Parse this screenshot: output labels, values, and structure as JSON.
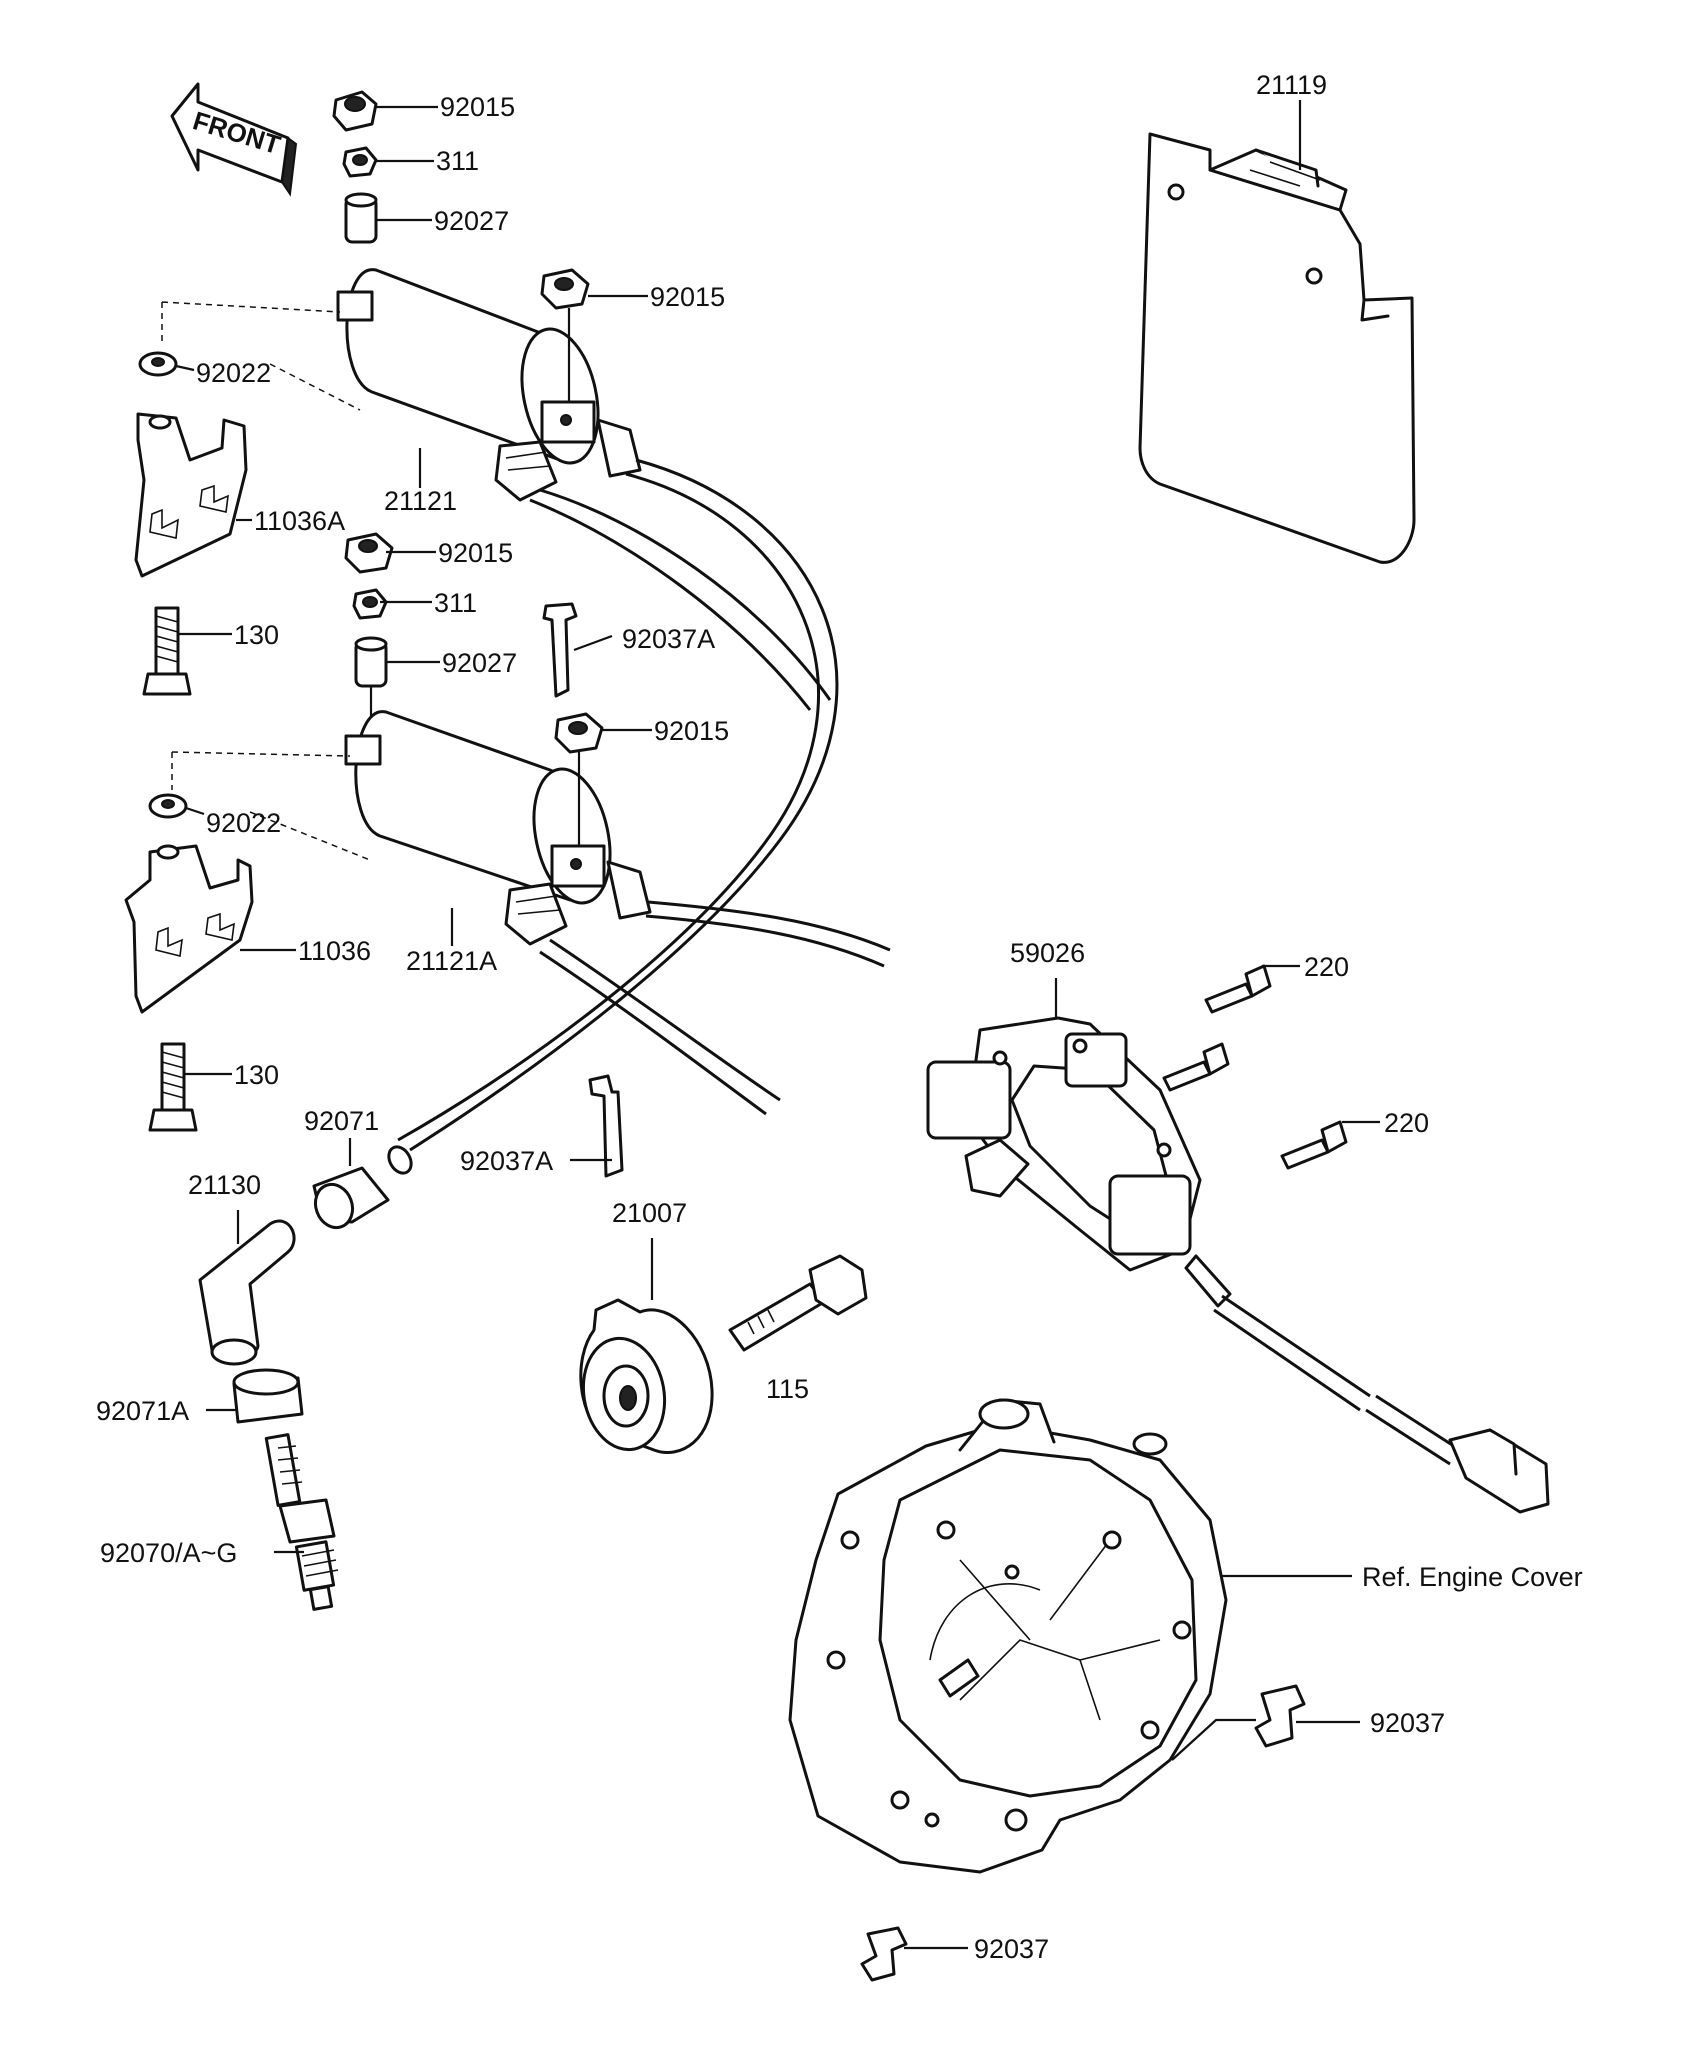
{
  "orientation_badge": "FRONT",
  "parts": {
    "nut_top_1": "92015",
    "nut_small_1": "311",
    "spacer_1": "92027",
    "nut_top_2": "92015",
    "washer_1": "92022",
    "coil_1": "21121",
    "bracket_1": "11036A",
    "nut_mid_1": "92015",
    "nut_small_2": "311",
    "bolt_1": "130",
    "clamp_1": "92037A",
    "spacer_2": "92027",
    "nut_mid_2": "92015",
    "washer_2": "92022",
    "bracket_2": "11036",
    "coil_2": "21121A",
    "bolt_2": "130",
    "cap_1": "92071",
    "clamp_2": "92037A",
    "plug_cap": "21130",
    "rotor": "21007",
    "rotor_bolt": "115",
    "seal": "92071A",
    "spark_plug": "92070/A~G",
    "igniter": "21119",
    "pickup": "59026",
    "screw_1": "220",
    "screw_2": "220",
    "engine_cover": "Ref. Engine Cover",
    "clamp_3": "92037",
    "clamp_4": "92037"
  }
}
